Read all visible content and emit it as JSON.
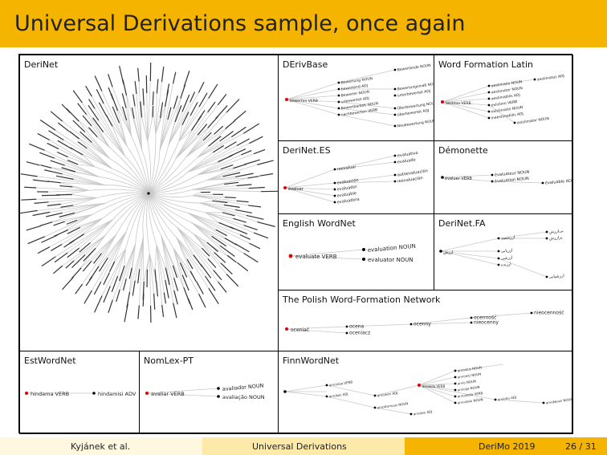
{
  "slide": {
    "title": "Universal Derivations sample, once again"
  },
  "panels": {
    "derinet": {
      "label": "DeriNet"
    },
    "derivbase": {
      "label": "DErivBase",
      "root": "bewerten VERB",
      "nodes": [
        "Bewertung NOUN",
        "bewertend ADJ",
        "Bewerter NOUN",
        "unbewertet ADJ",
        "Bewertbarkeit NOUN",
        "nachbewerten VERB",
        "Bewertende NOUN",
        "Bewertungsmaß NOUN",
        "Überbewertung NOUN",
        "überbewertet ADJ",
        "Neubewertung NOUN",
        "unterbewertet ADJ"
      ]
    },
    "wfl": {
      "label": "Word Formation Latin",
      "root": "aestimo VERB",
      "nodes": [
        "aestimatio NOUN",
        "aestimator NOUN",
        "aestimabilis ADJ",
        "existimo VERB",
        "existimatio NOUN",
        "inaestimabilis ADJ",
        "aestimatus ADJ",
        "existimator NOUN"
      ]
    },
    "derinet_es": {
      "label": "DeriNet.ES",
      "root": "evaluar",
      "nodes": [
        "evaluación",
        "evaluador",
        "evaluable",
        "reevaluar",
        "evaluativo",
        "autoevaluación",
        "reevaluación",
        "evaluado",
        "evaluadora"
      ]
    },
    "demonette": {
      "label": "Démonette",
      "root": "évaluer VERB",
      "nodes": [
        "évaluateur NOUN",
        "évaluation NOUN",
        "évaluable ADJ"
      ]
    },
    "english_wordnet": {
      "label": "English WordNet",
      "root": "evaluate VERB",
      "nodes": [
        "evaluation NOUN",
        "evaluator NOUN"
      ]
    },
    "derinet_fa": {
      "label": "DeriNet.FA",
      "root": "ارزش",
      "nodes": [
        "ارزشمند",
        "ارزیابی",
        "ارزشی",
        "ارزنده",
        "بی‌ارزش",
        "پرارزش",
        "ارزشیابی"
      ]
    },
    "polish": {
      "label": "The Polish Word-Formation Network",
      "root": "oceniać",
      "nodes": [
        "ocena",
        "oceniacz",
        "ocenny",
        "ocenność",
        "nieocenny",
        "nieocenność"
      ]
    },
    "estwordnet": {
      "label": "EstWordNet",
      "root": "hindama VERB",
      "nodes": [
        "hindamisi ADV"
      ]
    },
    "nomlex": {
      "label": "NomLex-PT",
      "root": "avaliar VERB",
      "nodes": [
        "avaliador NOUN",
        "avaliação NOUN"
      ]
    },
    "finnwordnet": {
      "label": "FinnWordNet",
      "root": "arvioida VERB",
      "nodes": [
        "arvostus NOUN",
        "arviointi NOUN",
        "arvio NOUN",
        "arvioija NOUN",
        "arvostella VERB",
        "arvostelu NOUN",
        "arvostaa VERB",
        "arvokas ADJ",
        "arvoinen ADJ",
        "arvottomuus NOUN",
        "arvoton ADJ",
        "arvioitu ADJ",
        "arvokkuus NOUN"
      ]
    }
  },
  "footer": {
    "authors": "Kyjánek et al.",
    "talk": "Universal Derivations",
    "event": "DeriMo 2019",
    "page": "26 / 31"
  },
  "colors": {
    "accent": "#f5b400",
    "root_node": "#e00000"
  }
}
